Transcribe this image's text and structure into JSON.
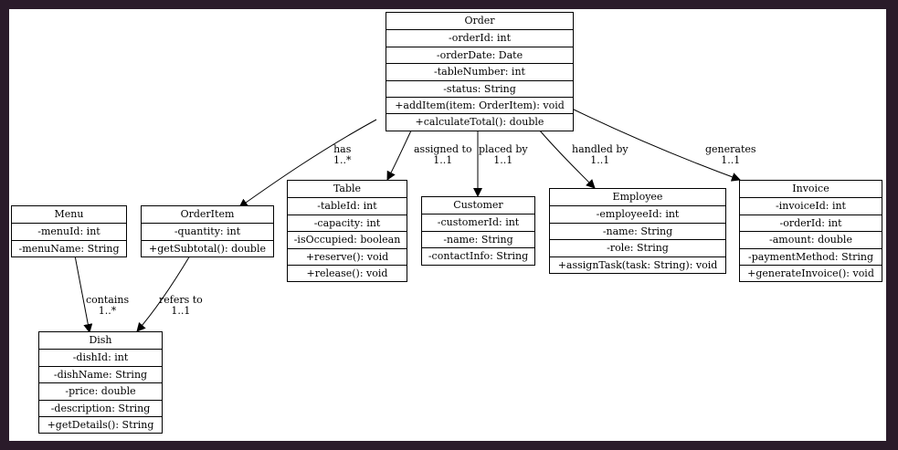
{
  "classes": {
    "order": {
      "name": "Order",
      "attributes": [
        "-orderId: int",
        "-orderDate: Date",
        "-tableNumber: int",
        "-status: String"
      ],
      "methods": [
        "+addItem(item: OrderItem): void",
        "+calculateTotal(): double"
      ]
    },
    "menu": {
      "name": "Menu",
      "attributes": [
        "-menuId: int"
      ],
      "methods": [
        "-menuName: String"
      ]
    },
    "orderitem": {
      "name": "OrderItem",
      "attributes": [
        "-quantity: int"
      ],
      "methods": [
        "+getSubtotal(): double"
      ]
    },
    "table": {
      "name": "Table",
      "attributes": [
        "-tableId: int",
        "-capacity: int",
        "-isOccupied: boolean"
      ],
      "methods": [
        "+reserve(): void",
        "+release(): void"
      ]
    },
    "customer": {
      "name": "Customer",
      "attributes": [
        "-customerId: int",
        "-name: String"
      ],
      "methods": [
        "-contactInfo: String"
      ]
    },
    "employee": {
      "name": "Employee",
      "attributes": [
        "-employeeId: int",
        "-name: String",
        "-role: String"
      ],
      "methods": [
        "+assignTask(task: String): void"
      ]
    },
    "invoice": {
      "name": "Invoice",
      "attributes": [
        "-invoiceId: int",
        "-orderId: int",
        "-amount: double",
        "-paymentMethod: String"
      ],
      "methods": [
        "+generateInvoice(): void"
      ]
    },
    "dish": {
      "name": "Dish",
      "attributes": [
        "-dishId: int",
        "-dishName: String",
        "-price: double",
        "-description: String"
      ],
      "methods": [
        "+getDetails(): String"
      ]
    }
  },
  "relations": {
    "has": {
      "label": "has",
      "multiplicity": "1..*"
    },
    "assigned_to": {
      "label": "assigned to",
      "multiplicity": "1..1"
    },
    "placed_by": {
      "label": "placed by",
      "multiplicity": "1..1"
    },
    "handled_by": {
      "label": "handled by",
      "multiplicity": "1..1"
    },
    "generates": {
      "label": "generates",
      "multiplicity": "1..1"
    },
    "contains": {
      "label": "contains",
      "multiplicity": "1..*"
    },
    "refers_to": {
      "label": "refers to",
      "multiplicity": "1..1"
    }
  }
}
